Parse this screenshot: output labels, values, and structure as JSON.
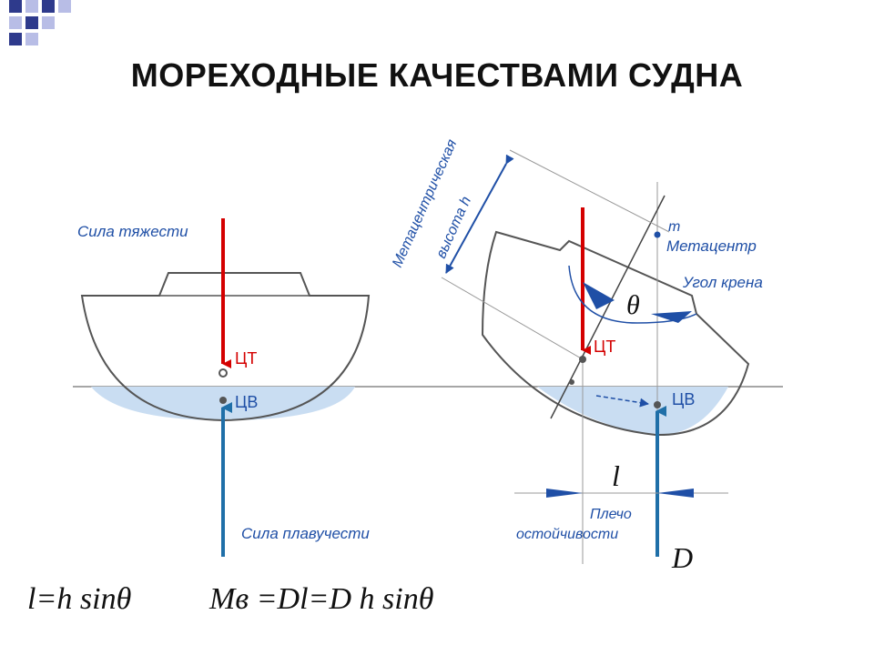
{
  "slide": {
    "title": "МОРЕХОДНЫЕ КАЧЕСТВАМИ СУДНА"
  },
  "diagram": {
    "left_ship": {
      "gravity_label": "Сила тяжести",
      "cg_label": "ЦТ",
      "cb_label": "ЦВ",
      "buoyancy_label": "Сила плавучести"
    },
    "right_ship": {
      "metacentric_label_line1": "Метацентрическая",
      "metacentric_label_line2": "высота h",
      "m_label": "m",
      "metacenter_label": "Метацентр",
      "heel_angle_label": "Угол крена",
      "theta_symbol": "θ",
      "cg_label": "ЦТ",
      "cb_label": "ЦВ",
      "l_symbol": "l",
      "arm_label_line1": "Плечо",
      "arm_label_line2": "остойчивости",
      "d_symbol": "D"
    },
    "colors": {
      "gravity": "#d40000",
      "buoyancy": "#1f6fa8",
      "water": "#c9ddf2",
      "hull": "#555555",
      "label": "#1f4fa6"
    }
  },
  "formulas": {
    "arm": "l=h sinθ",
    "moment": "Мв =Dl=D h sinθ"
  }
}
